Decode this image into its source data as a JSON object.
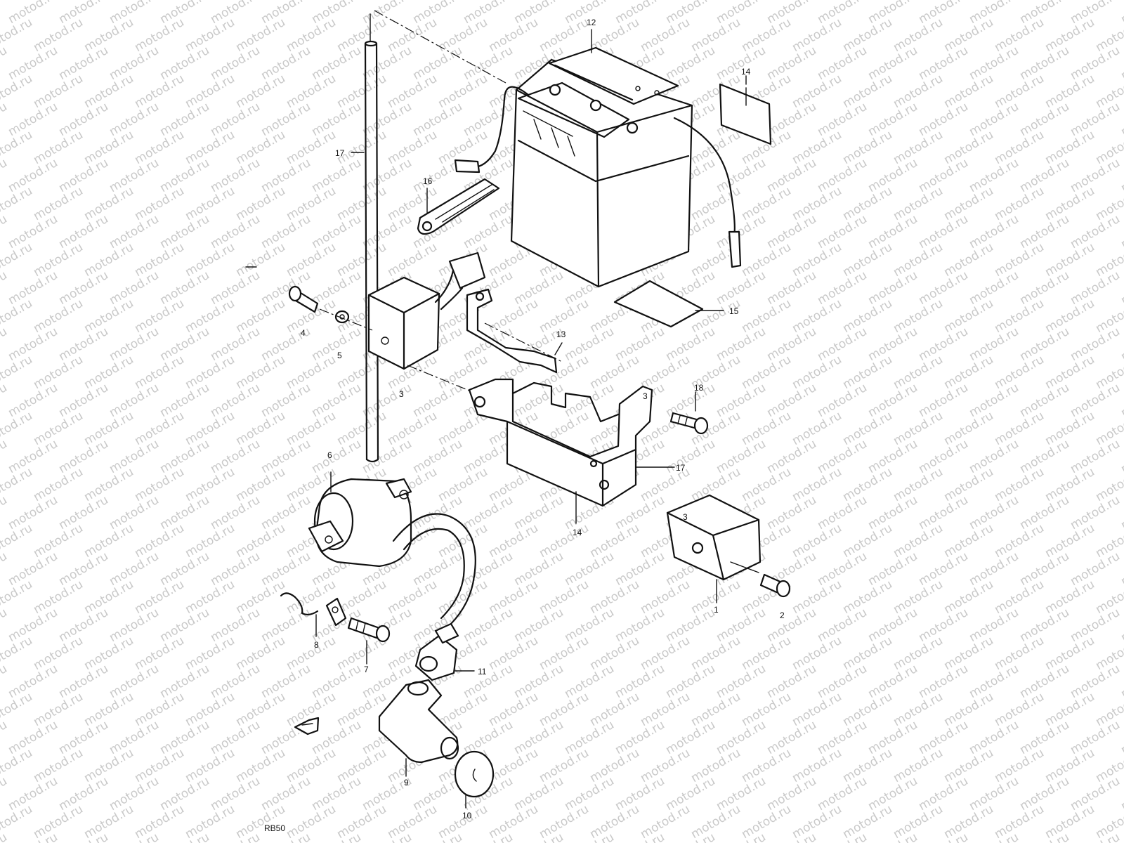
{
  "watermark": {
    "text": "motod.ru"
  },
  "diagram": {
    "drawing_code": "RB50",
    "callouts": [
      {
        "id": "c-12",
        "label": "12"
      },
      {
        "id": "c-14a",
        "label": "14"
      },
      {
        "id": "c-17a",
        "label": "17"
      },
      {
        "id": "c-16",
        "label": "16"
      },
      {
        "id": "c-15",
        "label": "15"
      },
      {
        "id": "c-4",
        "label": "4"
      },
      {
        "id": "c-5",
        "label": "5"
      },
      {
        "id": "c-3",
        "label": "3"
      },
      {
        "id": "c-13",
        "label": "13"
      },
      {
        "id": "c-18",
        "label": "18"
      },
      {
        "id": "c-3b",
        "label": "3"
      },
      {
        "id": "c-17b",
        "label": "17"
      },
      {
        "id": "c-6",
        "label": "6"
      },
      {
        "id": "c-14b",
        "label": "14"
      },
      {
        "id": "c-3c",
        "label": "3"
      },
      {
        "id": "c-1",
        "label": "1"
      },
      {
        "id": "c-2",
        "label": "2"
      },
      {
        "id": "c-8",
        "label": "8"
      },
      {
        "id": "c-7",
        "label": "7"
      },
      {
        "id": "c-11",
        "label": "11"
      },
      {
        "id": "c-9",
        "label": "9"
      },
      {
        "id": "c-10",
        "label": "10"
      }
    ]
  }
}
